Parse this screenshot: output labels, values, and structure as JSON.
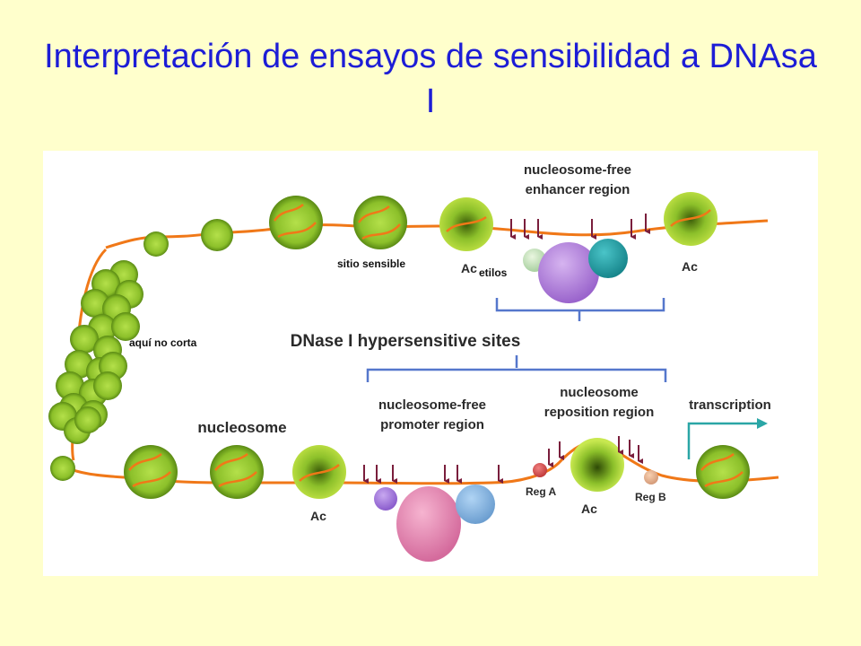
{
  "slide": {
    "title": "Interpretación de ensayos de sensibilidad a DNAsa I"
  },
  "figure": {
    "labels": {
      "enhancer_line1": "nucleosome-free",
      "enhancer_line2": "enhancer region",
      "hypersensitive_sites": "DNase I hypersensitive sites",
      "promoter_line1": "nucleosome-free",
      "promoter_line2": "promoter region",
      "reposition_line1": "nucleosome",
      "reposition_line2": "reposition region",
      "transcription": "transcription",
      "nucleosome": "nucleosome",
      "ac_1": "Ac",
      "ac_2": "Ac",
      "ac_3": "Ac",
      "ac_4": "Ac",
      "reg_a": "Reg A",
      "reg_b": "Reg B"
    },
    "annotations": {
      "sitio_sensible": "sitio sensible",
      "etilos": "etilos",
      "aqui_no_corta": "aquí no corta"
    },
    "colors": {
      "title": "#1d1dd6",
      "dna": "#f07818",
      "nucleosome": "#8cc02a",
      "arrow": "#7a1e3c",
      "bracket": "#5577cc",
      "transcription_arrow": "#2aa6a6"
    }
  }
}
